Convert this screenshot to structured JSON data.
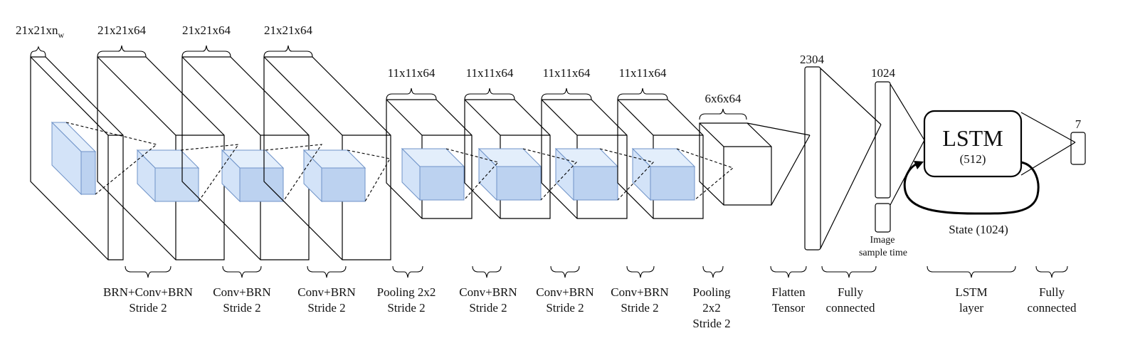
{
  "top_labels": {
    "input": "21x21xn",
    "input_sub": "w",
    "conv1": "21x21x64",
    "conv2": "21x21x64",
    "conv3": "21x21x64",
    "pool1": "11x11x64",
    "conv4": "11x11x64",
    "conv5": "11x11x64",
    "conv6": "11x11x64",
    "pool2": "6x6x64",
    "flatten": "2304",
    "fc": "1024",
    "out": "7"
  },
  "lstm": {
    "title": "LSTM",
    "units": "(512)",
    "state": "State (1024)"
  },
  "image_sample": {
    "line1": "Image",
    "line2": "sample time"
  },
  "bottom_labels": [
    {
      "line1": "BRN+Conv+BRN",
      "line2": "Stride 2"
    },
    {
      "line1": "Conv+BRN",
      "line2": "Stride 2"
    },
    {
      "line1": "Conv+BRN",
      "line2": "Stride 2"
    },
    {
      "line1": "Pooling 2x2",
      "line2": "Stride 2"
    },
    {
      "line1": "Conv+BRN",
      "line2": "Stride 2"
    },
    {
      "line1": "Conv+BRN",
      "line2": "Stride 2"
    },
    {
      "line1": "Conv+BRN",
      "line2": "Stride 2"
    },
    {
      "line1": "Pooling",
      "line2": "2x2",
      "line3": "Stride 2"
    },
    {
      "line1": "Flatten",
      "line2": "Tensor"
    },
    {
      "line1": "Fully",
      "line2": "connected"
    },
    {
      "line1": "LSTM",
      "line2": "layer"
    },
    {
      "line1": "Fully",
      "line2": "connected"
    }
  ],
  "colors": {
    "kernel_fill": "#d3e3f8",
    "kernel_stroke": "#6f93c8",
    "line": "#000000"
  }
}
